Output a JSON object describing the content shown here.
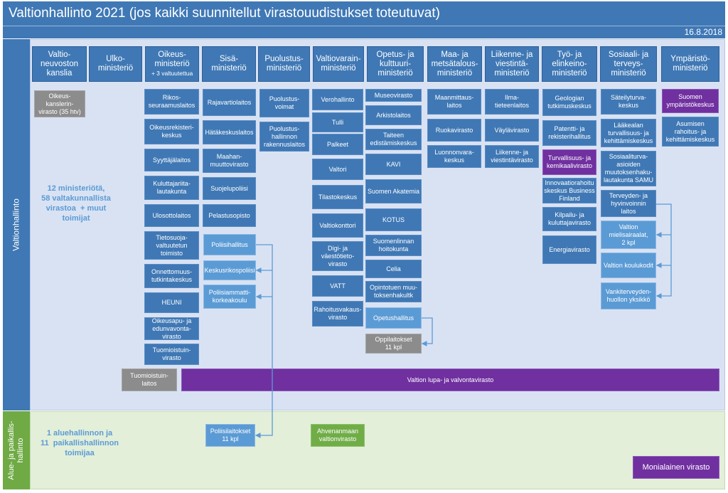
{
  "title": "Valtionhallinto 2021 (jos kaikki suunnitellut virastouudistukset toteutuvat)",
  "date": "16.8.2018",
  "sections": {
    "main": "Valtionhallinto",
    "regional": "Alue- ja paikallis-\nhallinto"
  },
  "summary_main": "12 ministeriötä,\n58 valtakunnallista\nvirastoa  + muut\ntoimijat",
  "summary_regional": "1 aluehallinnon ja\n11  paikallishallinnon\ntoimijaa",
  "headers": [
    "Valtio-\nneuvoston\nkanslia",
    "Ulko-\nministeriö",
    "Oikeus-\nministeriö",
    "Sisä-\nministeriö",
    "Puolustus-\nministeriö",
    "Valtiovarain-\nministeriö",
    "Opetus- ja\nkulttuuri-\nministeriö",
    "Maa- ja\nmetsätalous-\nministeriö",
    "Liikenne- ja\nviestintä-\nministeriö",
    "Työ- ja\nelinkeino-\nministeriö",
    "Sosiaali- ja\nterveys-\nministeriö",
    "Ympäristö-\nministeriö"
  ],
  "header_oikeus_sub": "+ 3 valtuutettua",
  "boxes": {
    "vnk": [
      "Oikeus-\nkanslerin-\nvirasto (35 htv)"
    ],
    "oikeus": [
      "Rikos-\nseuraamuslaitos",
      "Oikeusrekisteri-\nkeskus",
      "Syyttäjälaitos",
      "Kuluttajariita-\nlautakunta",
      "Ulosottolaitos",
      "Tietosuoja-\nvaltuutetun\ntoimisto",
      "Onnettomuus-\ntutkintakeskus",
      "HEUNI",
      "Oikeusapu- ja\nedunvavonta-\nvirasto",
      "Tuomioistuin-\nvirasto"
    ],
    "sisa": [
      "Rajavartiolaitos",
      "Hätäkeskuslaitos",
      "Maahan-\nmuuttovirasto",
      "Suojelupoliisi",
      "Pelastusopisto",
      "Poliisihallitus",
      "Keskusrikospoliisi",
      "Poliisiammatti-\nkorkeakoulu"
    ],
    "puolustus": [
      "Puolustus-\nvoimat",
      "Puolustus-\nhallinnon\nrakennuslaitos"
    ],
    "vm": [
      "Verohallinto",
      "Tulli",
      "Palkeet",
      "Valtori",
      "Tilastokeskus",
      "Valtiokonttori",
      "Digi- ja\nväestötieto-\nvirasto",
      "VATT",
      "Rahoitusvakaus-\nvirasto"
    ],
    "okm": [
      "Museovirasto",
      "Arkistolaitos",
      "Taiteen\nedistämiskeskus",
      "KAVI",
      "Suomen Akatemia",
      "KOTUS",
      "Suomenlinnan\nhoitokunta",
      "Celia",
      "Opintotuen muu-\ntoksenhakultk",
      "Opetushallitus",
      "Oppilaitokset\n11 kpl"
    ],
    "mmm": [
      "Maanmittaus-\nlaitos",
      "Ruokavirasto",
      "Luonnonvara-\nkeskus"
    ],
    "lvm": [
      "Ilma-\ntieteenlaitos",
      "Väylävirasto",
      "Liikenne- ja\nviestintävirasto"
    ],
    "tem": [
      "Geologian\ntutkimuskeskus",
      "Patentti- ja\nrekisterihallitus",
      "Turvallisuus- ja\nkemikaalivirasto",
      "Innovaatiorahoitu\nskeskus Business\nFinland",
      "Kilpailu- ja\nkuluttajavirasto",
      "Energiavirasto"
    ],
    "stm": [
      "Säteilyturva-\nkeskus",
      "Lääkealan\nturvallisuus- ja\nkehittämiskeskus",
      "Sosiaaliturva-\nasioiden\nmuutoksenhaku-\nlautakunta SAMU",
      "Terveyden- ja\nhyvinvoinnin\nlaitos",
      "Valtion\nmielisairaalat,\n2 kpl",
      "Valtion koulukodit",
      "Vankiterveyden-\nhuollon yksikkö"
    ],
    "ym": [
      "Suomen\nympäristökeskus",
      "Asumisen\nrahoitus- ja\nkehittämiskeskus"
    ],
    "bottom": [
      "Tuomioistuin-\nlaitos",
      "Valtion lupa- ja valvontavirasto"
    ],
    "regional": [
      "Poliisilaitokset\n11 kpl",
      "Ahvenanmaan\nvaltionvirasto",
      "Monialainen virasto"
    ]
  },
  "colors": {
    "dark_blue": "#3f78b5",
    "light_blue": "#5b9bd5",
    "gray": "#8c8c8c",
    "purple": "#7030a0",
    "green": "#70ad47"
  }
}
